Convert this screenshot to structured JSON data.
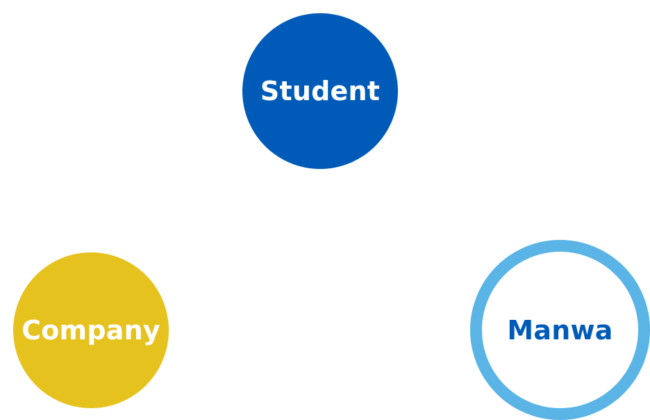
{
  "nodes": {
    "student": {
      "label": "Student",
      "fill": "#005bb8",
      "text_color": "#ffffff"
    },
    "company": {
      "label": "Company",
      "fill": "#e6c21e",
      "text_color": "#ffffff"
    },
    "manwa": {
      "label": "Manwa",
      "fill": "#ffffff",
      "ring": "#5ab4e5",
      "text_color": "#005bb8"
    }
  }
}
